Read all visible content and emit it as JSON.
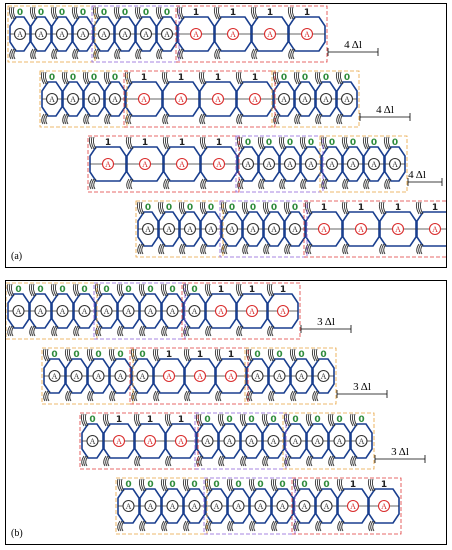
{
  "colors": {
    "body_stroke": "#1a3f8f",
    "leg_stroke": "#333333",
    "bit0": "#2e8b3b",
    "bit1": "#222222",
    "neutral_circle": "#333333",
    "active_circle": "#d92c2c",
    "box_orange": "#e8a23c",
    "box_purple": "#8a5cd6",
    "box_red": "#e03a3a"
  },
  "panels": [
    {
      "label": "(a)",
      "rows": [
        {
          "bits": [
            0,
            0,
            0,
            0,
            0,
            0,
            0,
            0,
            1,
            1,
            1,
            1
          ],
          "shift": "4 Δl"
        },
        {
          "bits": [
            0,
            0,
            0,
            0,
            1,
            1,
            1,
            1,
            0,
            0,
            0,
            0
          ],
          "shift": "4 Δl"
        },
        {
          "bits": [
            1,
            1,
            1,
            1,
            0,
            0,
            0,
            0,
            0,
            0,
            0,
            0
          ],
          "shift": "4 Δl"
        },
        {
          "bits": [
            0,
            0,
            0,
            0,
            0,
            0,
            0,
            0,
            1,
            1,
            1,
            1
          ],
          "shift": ""
        }
      ]
    },
    {
      "label": "(b)",
      "rows": [
        {
          "bits": [
            0,
            0,
            0,
            0,
            0,
            0,
            0,
            0,
            0,
            1,
            1,
            1
          ],
          "shift": "3 Δl"
        },
        {
          "bits": [
            0,
            0,
            0,
            0,
            0,
            1,
            1,
            1,
            0,
            0,
            0,
            0
          ],
          "shift": "3 Δl"
        },
        {
          "bits": [
            0,
            1,
            1,
            1,
            0,
            0,
            0,
            0,
            0,
            0,
            0,
            0
          ],
          "shift": "3 Δl"
        },
        {
          "bits": [
            0,
            0,
            0,
            0,
            0,
            0,
            0,
            0,
            0,
            0,
            1,
            1
          ],
          "shift": ""
        }
      ]
    }
  ]
}
